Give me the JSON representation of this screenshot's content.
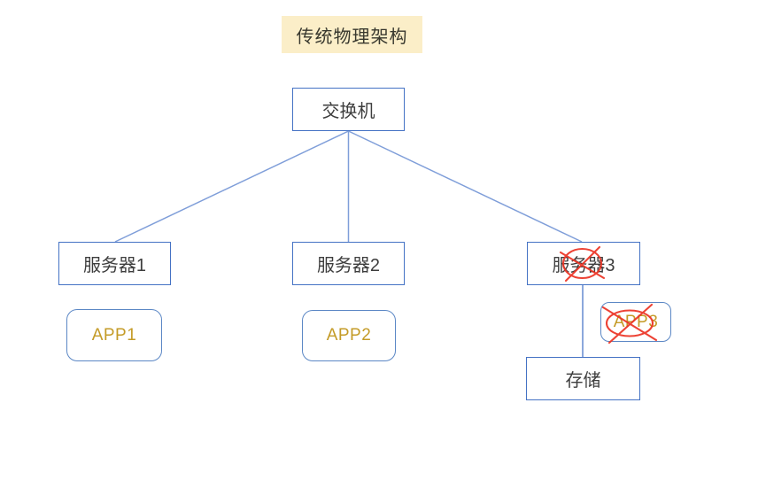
{
  "title": {
    "text": "传统物理架构"
  },
  "diagram": {
    "nodes": {
      "switch": {
        "label": "交换机",
        "shape": "rect"
      },
      "server1": {
        "label": "服务器1",
        "shape": "rect"
      },
      "server2": {
        "label": "服务器2",
        "shape": "rect"
      },
      "server3": {
        "label": "服务器3",
        "shape": "rect",
        "annotation": "red-cross-ellipse"
      },
      "app1": {
        "label": "APP1",
        "shape": "rounded"
      },
      "app2": {
        "label": "APP2",
        "shape": "rounded"
      },
      "app3": {
        "label": "APP3",
        "shape": "rounded",
        "annotation": "red-cross-ellipse"
      },
      "storage": {
        "label": "存储",
        "shape": "rect"
      }
    },
    "edges": [
      {
        "from": "switch",
        "to": "server1"
      },
      {
        "from": "switch",
        "to": "server2"
      },
      {
        "from": "switch",
        "to": "server3"
      },
      {
        "from": "server3",
        "to": "storage"
      }
    ],
    "annotations": [
      {
        "target": "server3",
        "type": "red-cross-ellipse"
      },
      {
        "target": "app3",
        "type": "red-cross-ellipse"
      }
    ],
    "colors": {
      "canvas_bg": "#ffffff",
      "title_bg": "#fbeec8",
      "title_fg": "#38382e",
      "box_border": "#4472c4",
      "rounded_border": "#5b87c5",
      "connector": "#7f9ed9",
      "label_fg": "#3d3d3d",
      "app_fg": "#c49b27",
      "cross_red": "#ec3323"
    }
  }
}
